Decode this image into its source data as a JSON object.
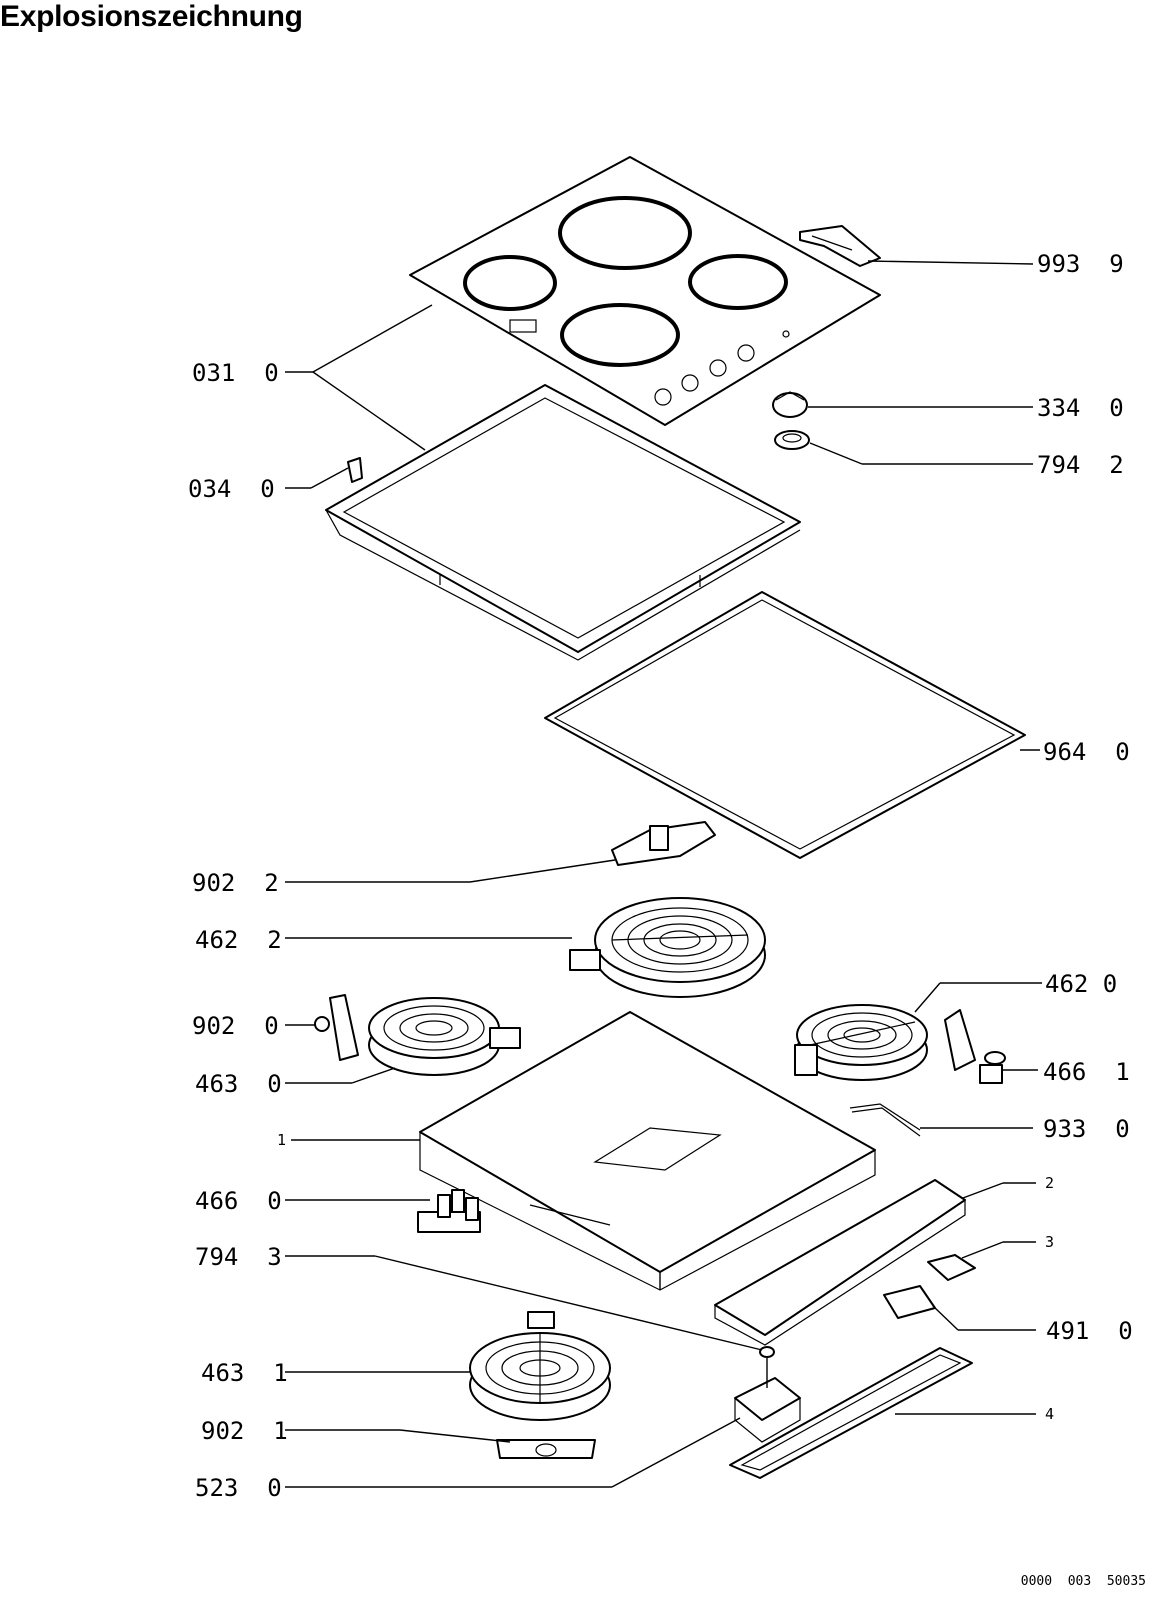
{
  "title": "Explosionszeichnung",
  "document_number": "0000  003  50035",
  "labels": {
    "l9939": "993  9",
    "l0310": "031  0",
    "l3340": "334  0",
    "l7942": "794  2",
    "l0340": "034  0",
    "l9640": "964  0",
    "l9022": "902  2",
    "l4622": "462  2",
    "l4620": "462 0",
    "l9020": "902  0",
    "l4630": "463  0",
    "l4661": "466  1",
    "l1": "1",
    "l9330": "933  0",
    "l2": "2",
    "l4660": "466  0",
    "l3": "3",
    "l7943": "794  3",
    "l4910": "491  0",
    "l4631": "463  1",
    "l4": "4",
    "l9021": "902  1",
    "l5230": "523  0"
  }
}
